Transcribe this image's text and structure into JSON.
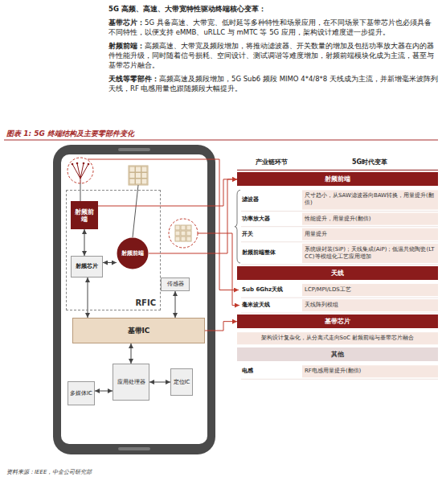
{
  "diagram": {
    "title": "图表 1: 5G 终端结构及主要零部件变化",
    "nodes": [
      {
        "text": [
          "RFIC"
        ]
      },
      {
        "text": [
          "射频前端"
        ],
        "in": 0
      },
      {
        "text": [
          "射频前端"
        ],
        "in": 0
      },
      {
        "text": [
          "射频芯片"
        ],
        "in": 0
      },
      {
        "text": [
          "传感器"
        ]
      },
      {
        "text": [
          "基带IC"
        ]
      },
      {
        "text": [
          "应用处理器"
        ]
      },
      {
        "text": [
          "定位IC"
        ]
      },
      {
        "text": [
          "多媒体IC"
        ]
      },
      {
        "text": [
          "射频前端"
        ]
      },
      {
        "text": [
          "天线"
        ]
      },
      {
        "text": [
          "基带芯片"
        ]
      },
      {
        "text": [
          "其他"
        ]
      }
    ],
    "edges": [
      {
        "from": 1,
        "to": 3,
        "arrow": "both"
      },
      {
        "from": 3,
        "to": 2,
        "arrow": "both"
      },
      {
        "from": 3,
        "to": 5,
        "arrow": "both"
      },
      {
        "from": 4,
        "to": 5,
        "arrow": "both"
      },
      {
        "from": 5,
        "to": 6,
        "arrow": "both"
      },
      {
        "from": 6,
        "to": 7,
        "arrow": "both"
      },
      {
        "from": 8,
        "to": 6,
        "arrow": "both"
      },
      {
        "from": 1,
        "to": 9,
        "arrow": "to"
      },
      {
        "from": 2,
        "to": 9,
        "arrow": "to"
      },
      {
        "from": 5,
        "to": 11,
        "arrow": "to"
      }
    ],
    "labels": [
      "5G 高频、高速、大带宽特性驱动终端核心变革：",
      "基带芯片：",
      "5G 具备高速、大带宽、低时延等多种特性和场景应用，在不同场景下基带芯片也必须具备不同特性，以便支持 eMMB、uRLLC 与 mMTC 等 5G 应用，架构设计难度进一步提升。",
      "射频前端：",
      "高频高速、大带宽及频段增加，将推动滤波器、开关数量的增加及包括功率放大器在内的器件性能升级，同时随着信号损耗、空间设计、测试调谐等难度增加，射频前端模块化成为主流，甚至与基带芯片融合。",
      "天线等零部件：",
      "高频高速及频段增加，5G Sub6 频段 MIMO 4*4/8*8 天线成为主流，并新增毫米波阵列天线，RF 电感用量也跟随频段大幅提升。",
      "产业链环节",
      "5G时代变革",
      "滤波器",
      "尺寸趋小，从SAW滤波器向BAW转换，用量提升(翻倍)",
      "功率放大器",
      "性能提升，用量提升(翻倍)",
      "开关",
      "用量提升",
      "射频前端整体",
      "系统级封装(SiP)；天线集成(AiP)；低温共烧陶瓷(LTCC)等模组化工艺应用增加",
      "Sub 6Ghz天线",
      "LCP/MPI/LDS工艺",
      "毫米波天线",
      "天线阵列模组",
      "架构设计复杂化，从分离式走向SoC 射频前端与基带芯片融合",
      "电感",
      "RF电感用量提升(翻倍)",
      "资料来源：IEEE，中金公司研究部"
    ]
  }
}
